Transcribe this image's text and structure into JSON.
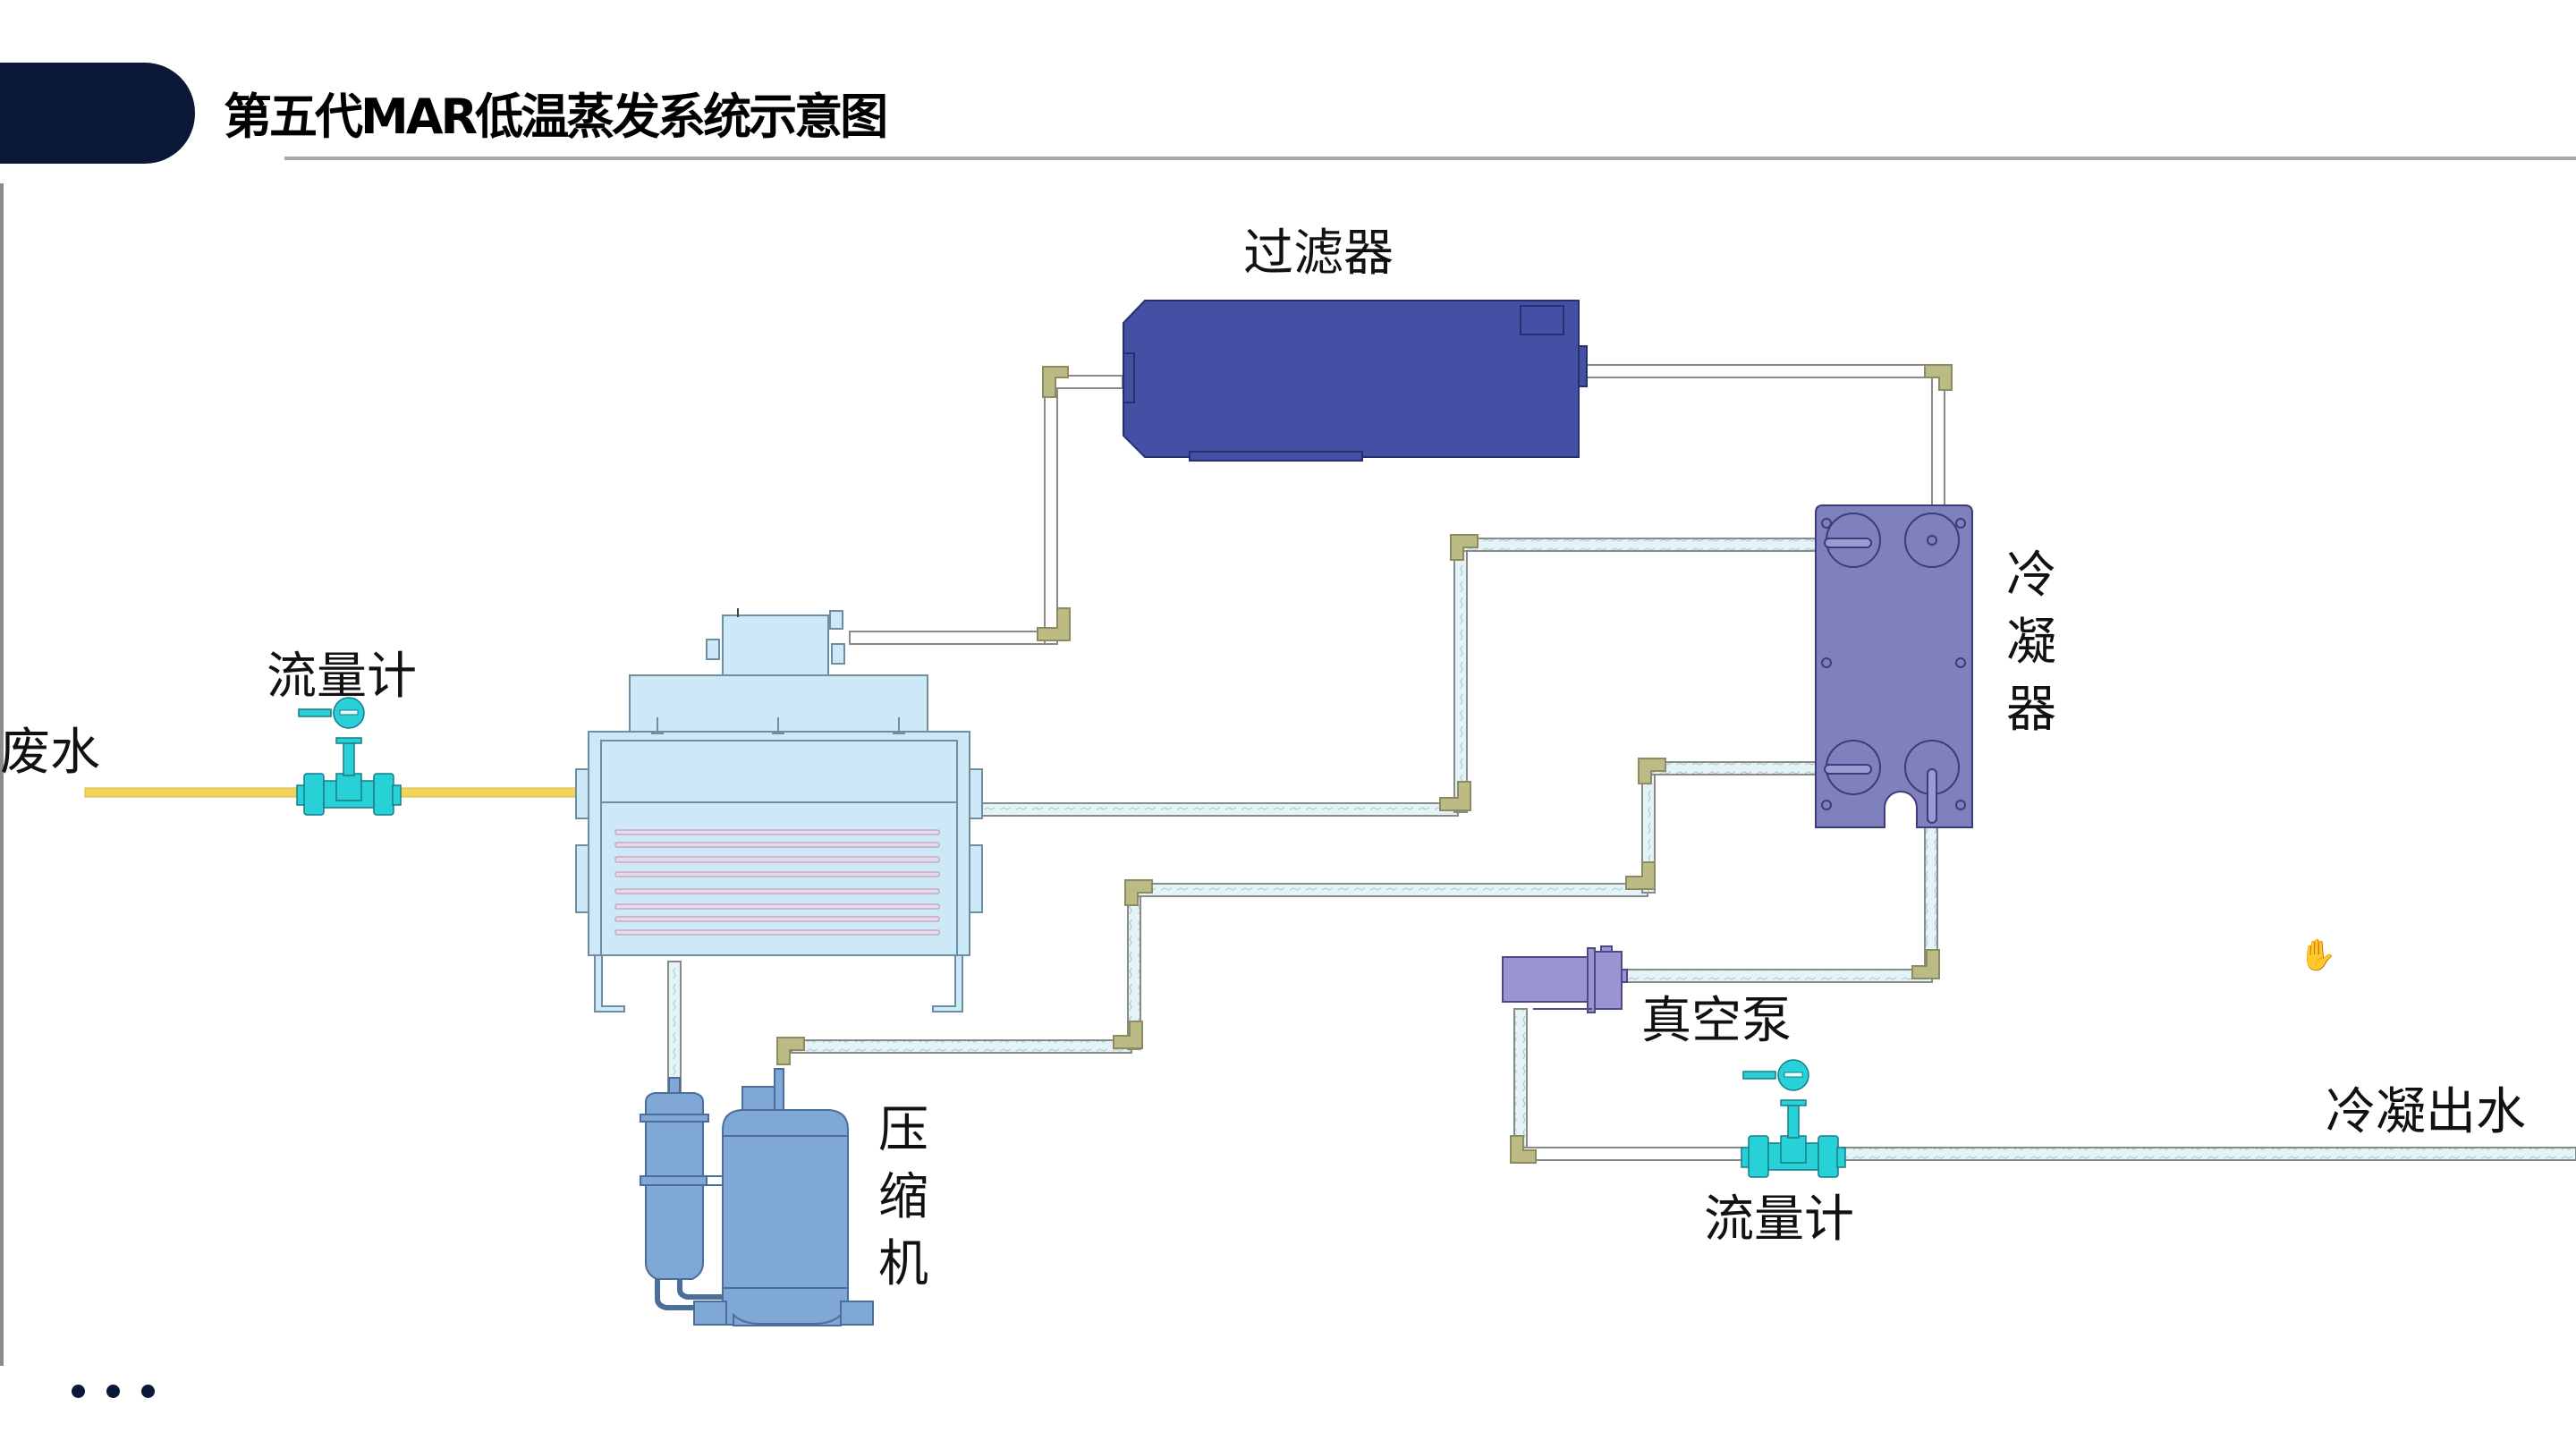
{
  "header": {
    "title": "第五代MAR低温蒸发系统示意图"
  },
  "diagram": {
    "labels": {
      "filter": "过滤器",
      "condenser_chars": [
        "冷",
        "凝",
        "器"
      ],
      "compressor_chars": [
        "压",
        "缩",
        "机"
      ],
      "flowmeter_inlet": "流量计",
      "flowmeter_outlet": "流量计",
      "wastewater": "废水",
      "vacuum_pump": "真空泵",
      "condensate_out": "冷凝出水"
    },
    "colors": {
      "filter": "#4450a3",
      "condenser": "#7f80bd",
      "vacuum_pump": "#9a95d2",
      "evaporator": "#cde8f6",
      "compressor": "#7fa8d6",
      "flowmeter": "#28d0d8",
      "inlet_pipe": "#f1d45a",
      "elbow": "#bcbb86",
      "accent_navy": "#0b1838"
    }
  },
  "footer": {
    "pagination_dots": 3
  },
  "cursor": {
    "icon": "hand-cursor-icon"
  }
}
